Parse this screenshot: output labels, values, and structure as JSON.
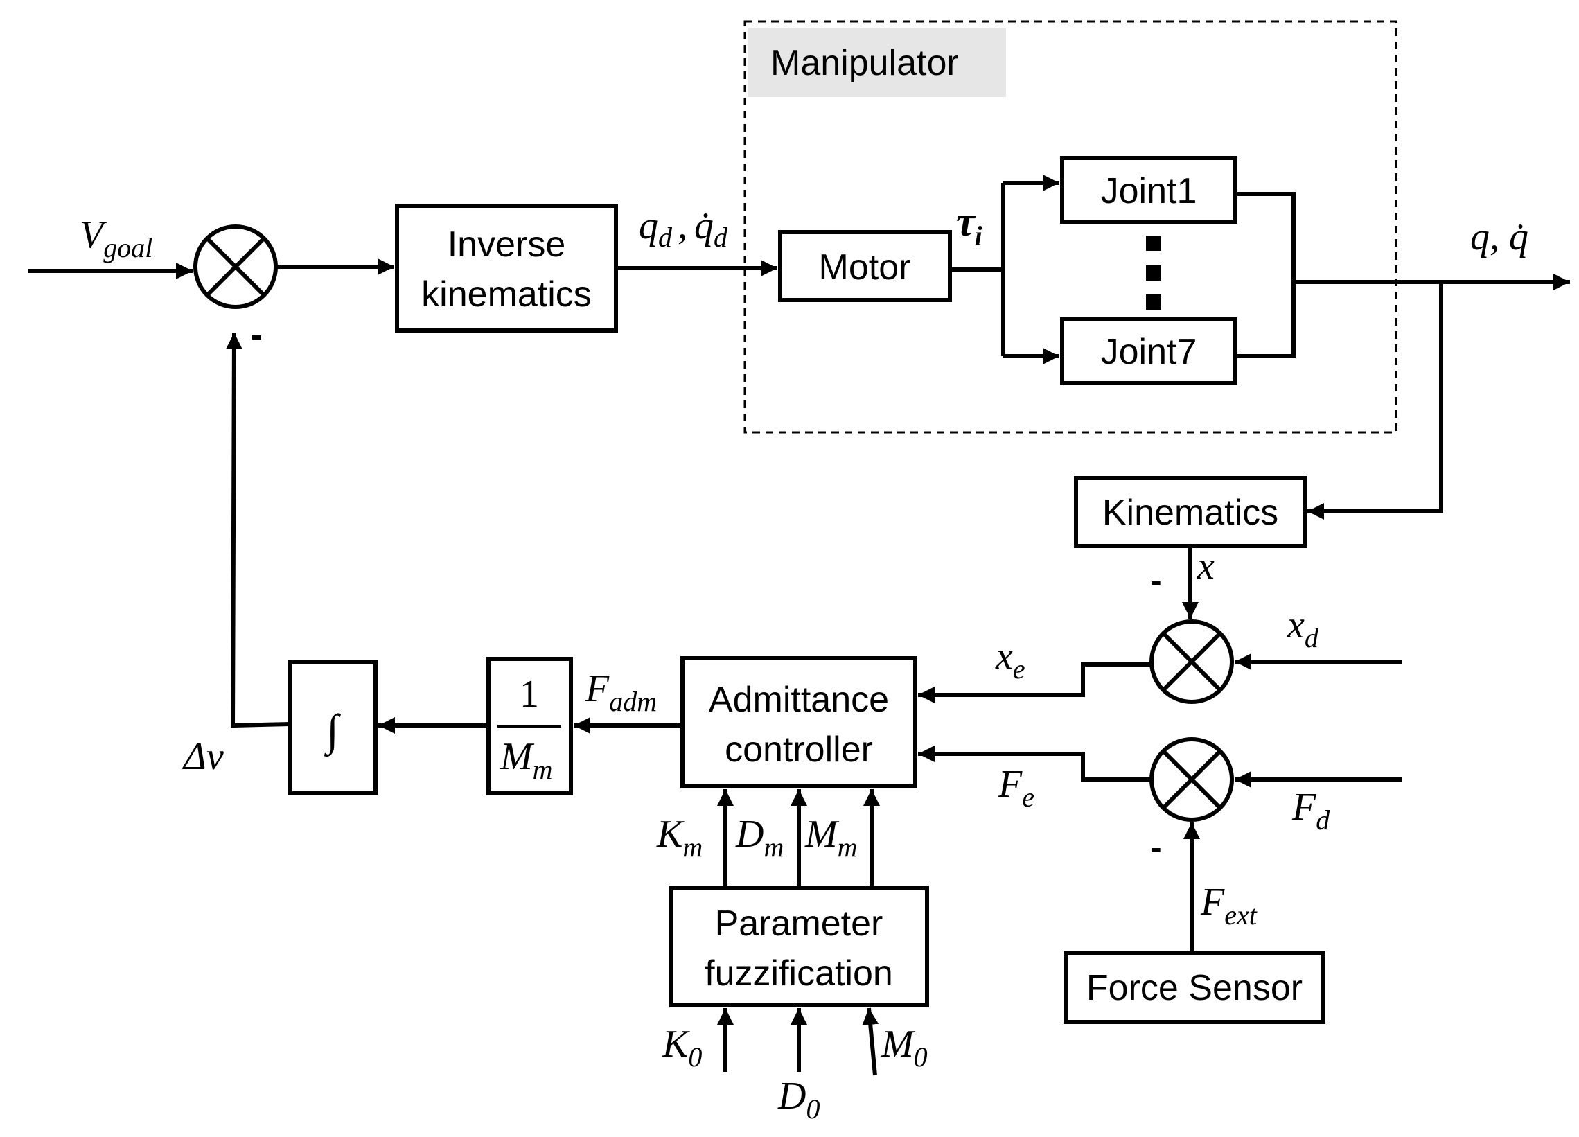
{
  "manipulator": {
    "title": "Manipulator",
    "motor": "Motor",
    "joint_first": "Joint1",
    "joint_last": "Joint7",
    "torque": "τ",
    "torque_sub": "i"
  },
  "blocks": {
    "inverse_kinematics": [
      "Inverse",
      "kinematics"
    ],
    "kinematics": "Kinematics",
    "admittance_controller": [
      "Admittance",
      "controller"
    ],
    "parameter_fuzzification": [
      "Parameter",
      "fuzzification"
    ],
    "force_sensor": "Force Sensor",
    "integrator": "∫",
    "inverse_mass": {
      "numerator": "1",
      "denominator": "M",
      "denominator_sub": "m"
    }
  },
  "signals": {
    "v_goal": {
      "base": "V",
      "sub": "goal"
    },
    "q_desired": {
      "text": "q",
      "sub": "d",
      "dot_text": "q̇",
      "dot_sub": "d",
      "separator": ","
    },
    "q_out": "q, q̇",
    "x": "x",
    "x_d": {
      "base": "x",
      "sub": "d"
    },
    "x_e": {
      "base": "x",
      "sub": "e"
    },
    "f_e": {
      "base": "F",
      "sub": "e"
    },
    "f_d": {
      "base": "F",
      "sub": "d"
    },
    "f_ext": {
      "base": "F",
      "sub": "ext"
    },
    "f_adm": {
      "base": "F",
      "sub": "adm"
    },
    "delta_v": "Δv",
    "k_m": {
      "base": "K",
      "sub": "m"
    },
    "d_m": {
      "base": "D",
      "sub": "m"
    },
    "m_m": {
      "base": "M",
      "sub": "m"
    },
    "k_0": {
      "base": "K",
      "sub": "0"
    },
    "d_0": {
      "base": "D",
      "sub": "0"
    },
    "m_0": {
      "base": "M",
      "sub": "0"
    }
  },
  "signs": {
    "minus": "-"
  }
}
